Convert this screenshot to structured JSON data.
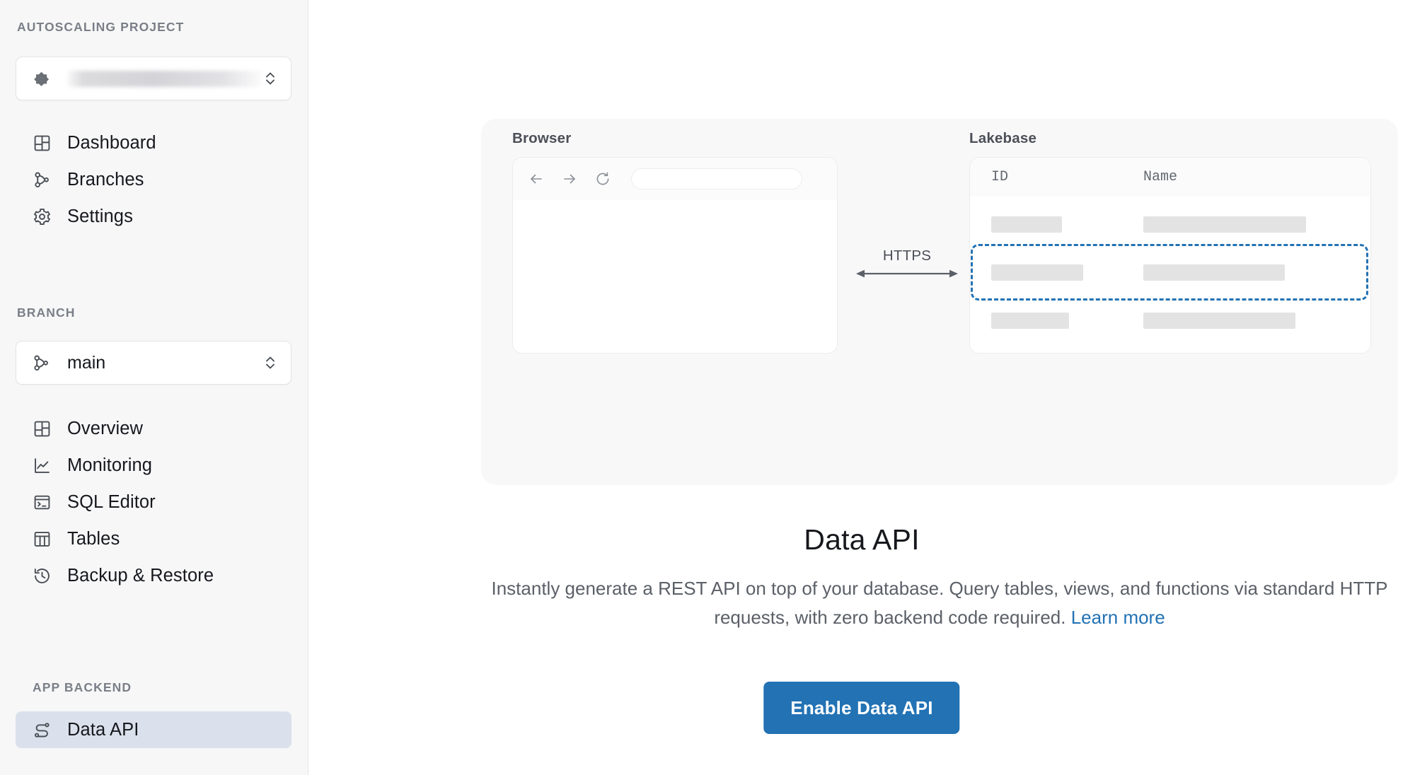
{
  "sidebar": {
    "project_section_label": "AUTOSCALING PROJECT",
    "project_selector": {
      "icon": "project-node-icon",
      "value": "",
      "redacted": true,
      "chevron": "chevron-updown-icon"
    },
    "project_items": [
      {
        "label": "Dashboard",
        "icon": "dashboard-grid-icon",
        "active": false
      },
      {
        "label": "Branches",
        "icon": "branches-icon",
        "active": false
      },
      {
        "label": "Settings",
        "icon": "gear-icon",
        "active": false
      }
    ],
    "branch_section_label": "BRANCH",
    "branch_selector": {
      "icon": "branches-icon",
      "value": "main",
      "chevron": "chevron-updown-icon"
    },
    "branch_items": [
      {
        "label": "Overview",
        "icon": "dashboard-grid-icon",
        "active": false
      },
      {
        "label": "Monitoring",
        "icon": "line-chart-icon",
        "active": false
      },
      {
        "label": "SQL Editor",
        "icon": "terminal-icon",
        "active": false
      },
      {
        "label": "Tables",
        "icon": "table-icon",
        "active": false
      },
      {
        "label": "Backup & Restore",
        "icon": "history-clock-icon",
        "active": false
      }
    ],
    "backend_section_label": "APP BACKEND",
    "backend_items": [
      {
        "label": "Data API",
        "icon": "route-nodes-icon",
        "active": true
      }
    ],
    "active_highlight_color": "#dbe1ec"
  },
  "main": {
    "illustration": {
      "browser_panel_title": "Browser",
      "lakebase_panel_title": "Lakebase",
      "connection_label": "HTTPS",
      "browser_controls": [
        "back-arrow-icon",
        "forward-arrow-icon",
        "reload-icon"
      ],
      "browser_url_value": "",
      "table_headers": [
        "ID",
        "Name"
      ],
      "table_rows": [
        {
          "id": "",
          "name": "",
          "selected": false
        },
        {
          "id": "",
          "name": "",
          "selected": true
        },
        {
          "id": "",
          "name": "",
          "selected": false
        }
      ],
      "selection_color": "#2272b4"
    },
    "headline": "Data API",
    "description_part1": "Instantly generate a REST API on top of your database. Query tables, views, and functions via standard HTTP requests, with zero backend code required. ",
    "learn_more_label": "Learn more",
    "cta_label": "Enable Data API",
    "accent_color": "#2272b4"
  }
}
